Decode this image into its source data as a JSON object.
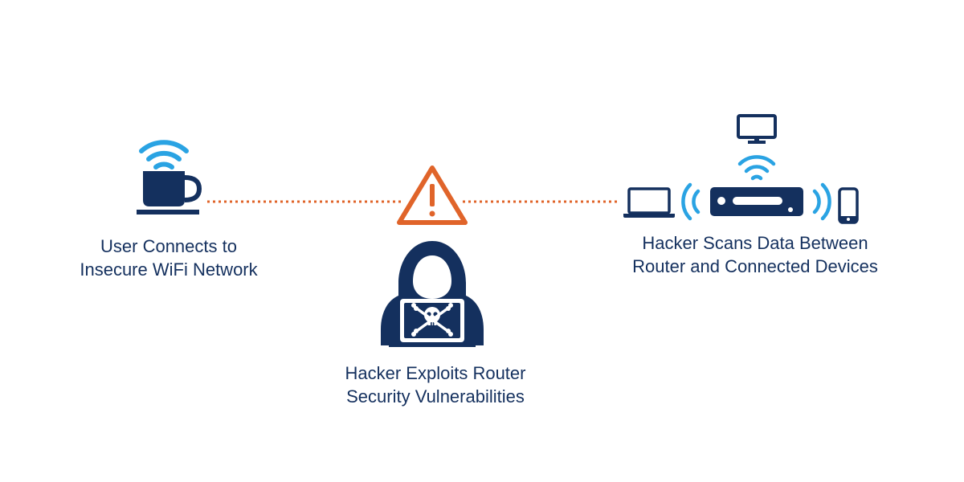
{
  "colors": {
    "navy": "#14305e",
    "wifi_blue": "#2aa3e3",
    "warning_orange": "#e0642a",
    "background": "#ffffff"
  },
  "steps": {
    "user": {
      "icon": "coffee-cup-wifi-icon",
      "caption_line1": "User Connects to",
      "caption_line2": "Insecure WiFi Network"
    },
    "hacker": {
      "icons": [
        "warning-icon",
        "hooded-hacker-laptop-icon"
      ],
      "caption_line1": "Hacker Exploits Router",
      "caption_line2": "Security Vulnerabilities"
    },
    "router": {
      "icons": [
        "monitor-icon",
        "laptop-icon",
        "router-icon",
        "smartphone-icon"
      ],
      "caption_line1": "Hacker Scans Data Between",
      "caption_line2": "Router and Connected Devices"
    }
  }
}
